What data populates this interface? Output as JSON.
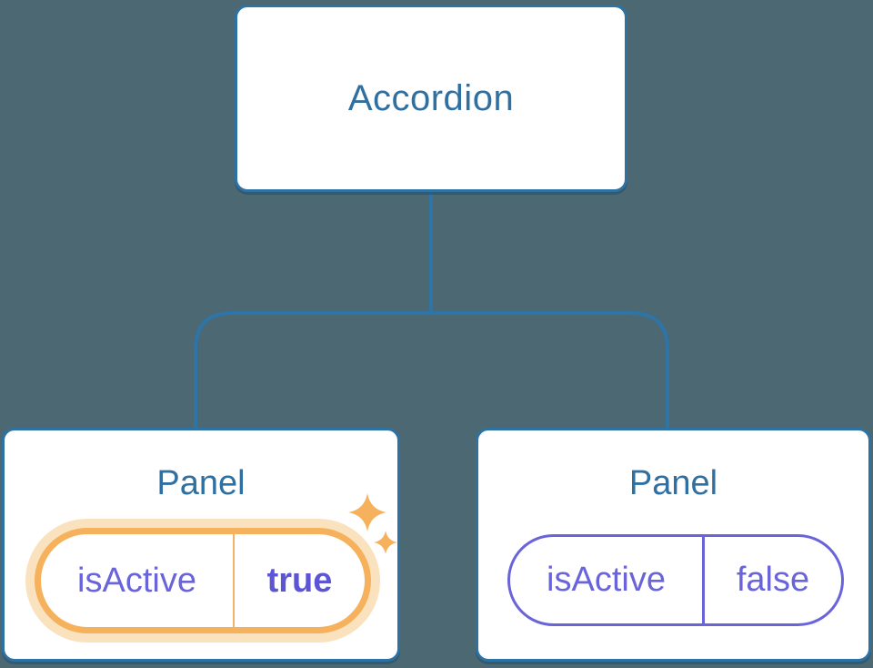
{
  "diagram": {
    "description": "Component tree: Accordion parent with two Panel children holding isActive state",
    "root": {
      "label": "Accordion"
    },
    "panels": [
      {
        "title": "Panel",
        "prop": {
          "name": "isActive",
          "value": "true"
        },
        "highlighted": true
      },
      {
        "title": "Panel",
        "prop": {
          "name": "isActive",
          "value": "false"
        },
        "highlighted": false
      }
    ]
  },
  "colors": {
    "background": "#4C6872",
    "node_fill": "#FFFFFF",
    "node_border_blue": "#2E72A4",
    "node_text_blue": "#2F70A1",
    "state_purple": "#6A64DA",
    "state_purple_bold": "#5C55D4",
    "highlight_orange": "#F5B15C",
    "highlight_halo": "#FAE2BE"
  }
}
